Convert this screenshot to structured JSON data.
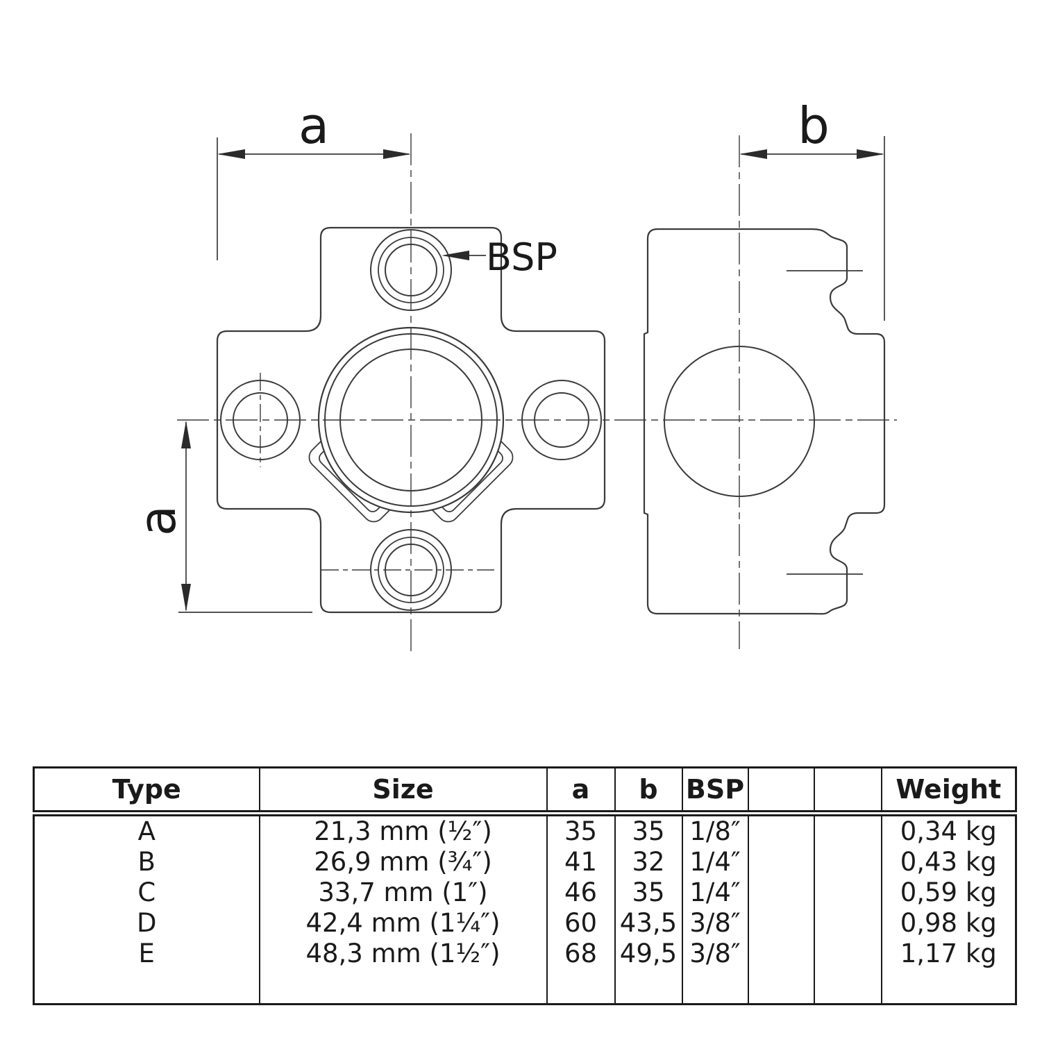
{
  "drawing": {
    "front_view": {
      "label_a_horizontal": "a",
      "label_a_vertical": "a",
      "label_bsp": "BSP"
    },
    "side_view": {
      "label_b": "b"
    }
  },
  "table": {
    "headers": [
      "Type",
      "Size",
      "a",
      "b",
      "BSP",
      "",
      "",
      "Weight"
    ],
    "rows": [
      [
        "A",
        "21,3 mm (½″)",
        "35",
        "35",
        "1/8″",
        "",
        "",
        "0,34 kg"
      ],
      [
        "B",
        "26,9 mm (¾″)",
        "41",
        "32",
        "1/4″",
        "",
        "",
        "0,43 kg"
      ],
      [
        "C",
        "33,7 mm (1″)",
        "46",
        "35",
        "1/4″",
        "",
        "",
        "0,59 kg"
      ],
      [
        "D",
        "42,4 mm (1¼″)",
        "60",
        "43,5",
        "3/8″",
        "",
        "",
        "0,98 kg"
      ],
      [
        "E",
        "48,3 mm (1½″)",
        "68",
        "49,5",
        "3/8″",
        "",
        "",
        "1,17 kg"
      ]
    ]
  },
  "colors": {
    "line": "#3a3a3a",
    "text": "#1a1a1a",
    "table_border": "#1a1a1a",
    "background": "#ffffff"
  }
}
